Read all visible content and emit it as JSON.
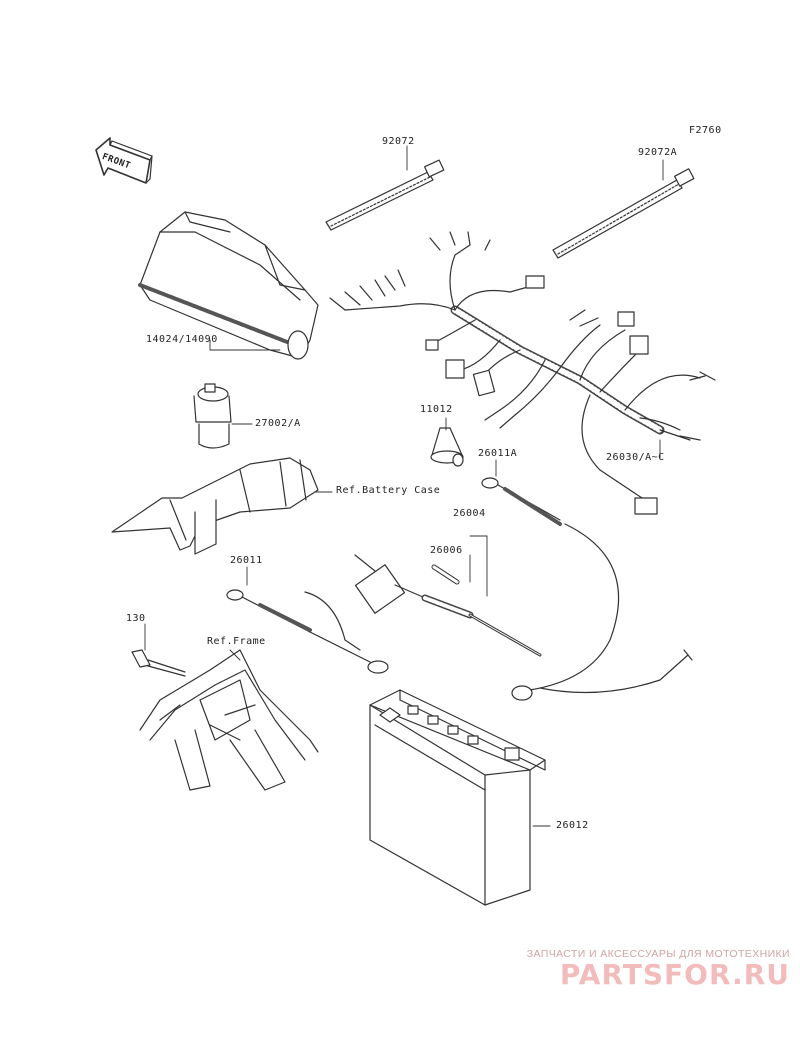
{
  "figure_code": "F2760",
  "front_label": "FRONT",
  "labels": {
    "p92072": "92072",
    "p92072a": "92072A",
    "p14024": "14024/14090",
    "p27002": "27002/A",
    "p11012": "11012",
    "p26011a": "26011A",
    "p26030": "26030/A~C",
    "ref_battery_case": "Ref.Battery Case",
    "p26004": "26004",
    "p26006": "26006",
    "p26011": "26011",
    "p130": "130",
    "ref_frame": "Ref.Frame",
    "p26012": "26012"
  },
  "watermark": {
    "tagline": "ЗАПЧАСТИ И АКСЕССУАРЫ ДЛЯ МОТОТЕХНИКИ",
    "logo": "PARTSFOR.RU"
  }
}
